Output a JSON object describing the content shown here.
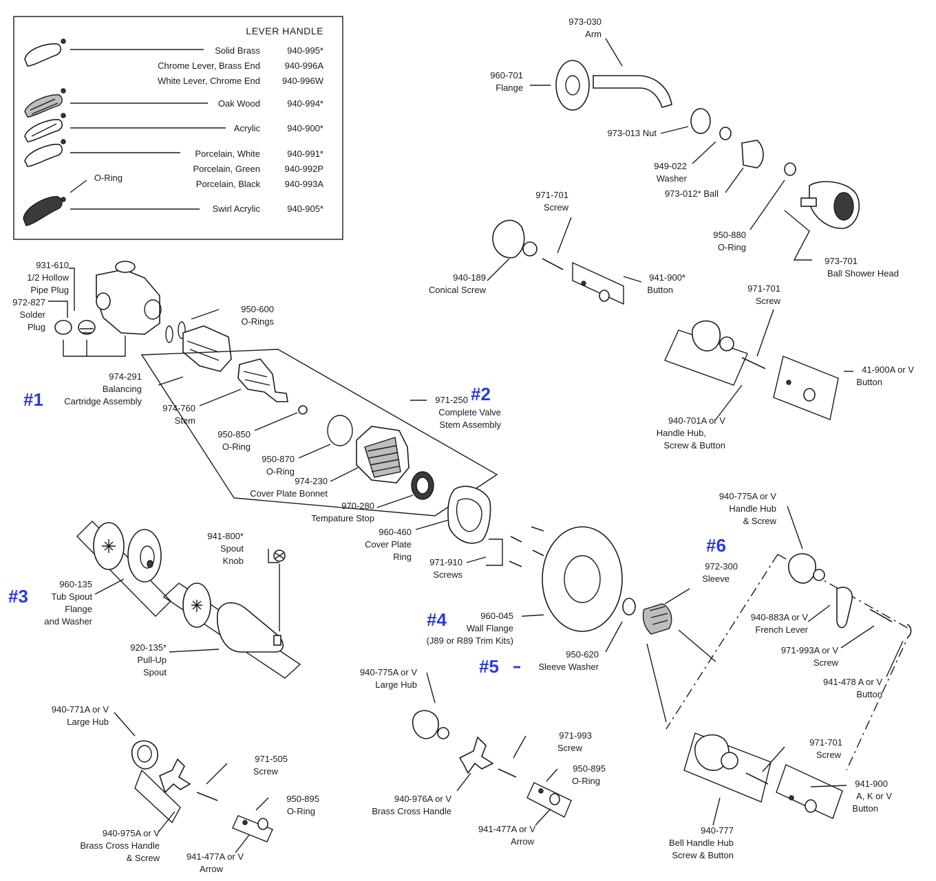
{
  "lever_handle": {
    "title": "LEVER HANDLE",
    "o_ring": "O-Ring",
    "rows": [
      {
        "code": "940-995*",
        "name": "Solid Brass"
      },
      {
        "code": "940-996A",
        "name": "Chrome Lever, Brass End"
      },
      {
        "code": "940-996W",
        "name": "White Lever, Chrome End"
      },
      {
        "code": "940-994*",
        "name": "Oak Wood"
      },
      {
        "code": "940-900*",
        "name": "Acrylic"
      },
      {
        "code": "940-991*",
        "name": "Porcelain, White"
      },
      {
        "code": "940-992P",
        "name": "Porcelain, Green"
      },
      {
        "code": "940-993A",
        "name": "Porcelain, Black"
      },
      {
        "code": "940-905*",
        "name": "Swirl Acrylic"
      }
    ]
  },
  "callouts": {
    "arm": [
      "973-030",
      "Arm"
    ],
    "flange": [
      "960-701",
      "Flange"
    ],
    "nut": [
      "973-013  Nut"
    ],
    "washer_949": [
      "949-022",
      "Washer"
    ],
    "ball": [
      "973-012* Ball"
    ],
    "oring_950_880": [
      "950-880",
      "O-Ring"
    ],
    "shower_head": [
      "973-701",
      "Ball Shower Head"
    ],
    "screw_971_top": [
      "971-701",
      "Screw"
    ],
    "conical_screw": [
      "940-189",
      "Conical Screw"
    ],
    "button_941_900": [
      "941-900*",
      "Button"
    ],
    "screw_971_right": [
      "971-701",
      "Screw"
    ],
    "button_41_900a": [
      "41-900A or V",
      "Button"
    ],
    "handle_hub_701a": [
      "940-701A or V",
      "Handle Hub,",
      "Screw & Button"
    ],
    "pipe_plug": [
      "931-610",
      "1/2 Hollow",
      "Pipe Plug"
    ],
    "solder_plug": [
      "972-827",
      "Solder",
      "Plug"
    ],
    "orings_950_600": [
      "950-600",
      "O-Rings"
    ],
    "cartridge": [
      "974-291",
      "Balancing",
      "Cartridge Assembly"
    ],
    "stem": [
      "974-760",
      "Stem"
    ],
    "oring_950_850": [
      "950-850",
      "O-Ring"
    ],
    "valve_stem": [
      "971-250",
      "Complete Valve",
      "Stem Assembly"
    ],
    "oring_950_870": [
      "950-870",
      "O-Ring"
    ],
    "bonnet": [
      "974-230",
      "Cover Plate Bonnet"
    ],
    "temp_stop": [
      "970-280",
      "Tempature Stop"
    ],
    "cover_ring": [
      "960-460",
      "Cover Plate",
      "Ring"
    ],
    "screws_971_910": [
      "971-910",
      "Screws"
    ],
    "spout_knob": [
      "941-800*",
      "Spout",
      "Knob"
    ],
    "tub_flange": [
      "960-135",
      "Tub Spout",
      "Flange",
      "and Washer"
    ],
    "pull_up_spout": [
      "920-135*",
      "Pull-Up",
      "Spout"
    ],
    "wall_flange": [
      "960-045",
      "Wall Flange",
      "(J89 or R89 Trim Kits)"
    ],
    "sleeve_washer": [
      "950-620",
      "Sleeve Washer"
    ],
    "sleeve": [
      "972-300",
      "Sleeve"
    ],
    "hub_775a_right": [
      "940-775A or V",
      "Handle Hub",
      "& Screw"
    ],
    "french_lever": [
      "940-883A or V",
      "French Lever"
    ],
    "screw_971_993a": [
      "971-993A or V",
      "Screw"
    ],
    "button_941_478": [
      "941-478 A or V",
      "Button"
    ],
    "hub_775a_center": [
      "940-775A or V",
      "Large Hub"
    ],
    "screw_971_993": [
      "971-993",
      "Screw"
    ],
    "oring_950_895_c": [
      "950-895",
      "O-Ring"
    ],
    "cross_976a": [
      "940-976A or V",
      "Brass Cross Handle"
    ],
    "arrow_477a_c": [
      "941-477A or V",
      "Arrow"
    ],
    "hub_771a": [
      "940-771A or V",
      "Large Hub"
    ],
    "screw_971_505": [
      "971-505",
      "Screw"
    ],
    "oring_950_895_l": [
      "950-895",
      "O-Ring"
    ],
    "cross_975a": [
      "940-975A or V",
      "Brass Cross Handle",
      "& Screw"
    ],
    "arrow_477a_l": [
      "941-477A or V",
      "Arrow"
    ],
    "screw_971_br": [
      "971-701",
      "Screw"
    ],
    "button_941_900_br": [
      "941-900",
      "A, K or V",
      "Button"
    ],
    "bell_hub": [
      "940-777",
      "Bell Handle Hub",
      "Screw & Button"
    ]
  },
  "group_numbers": [
    "#1",
    "#2",
    "#3",
    "#4",
    "#5",
    "#6"
  ]
}
